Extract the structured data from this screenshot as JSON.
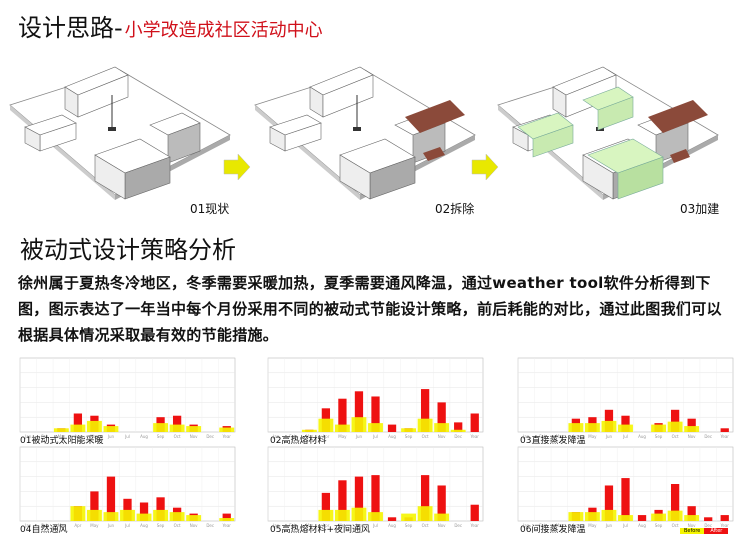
{
  "title": {
    "main": "设计思路",
    "dash": "-",
    "sub": "小学改造成社区活动中心"
  },
  "steps": [
    {
      "label": "01现状"
    },
    {
      "label": "02拆除"
    },
    {
      "label": "03加建"
    }
  ],
  "section2": {
    "title": "被动式设计策略分析",
    "paragraph": "徐州属于夏热冬冷地区，冬季需要采暖加热，夏季需要通风降温，通过weather tool软件分析得到下图，图示表达了一年当中每个月份采用不同的被动式节能设计策略，前后耗能的对比，通过此图我们可以根据具体情况采取最有效的节能措施。"
  },
  "colors": {
    "before": "#f5f500",
    "after": "#ee1111",
    "accent": "#d0101a",
    "arrow": "#e8e800",
    "demolish": "#8b4a3a",
    "newbuild": "#d8f5c0"
  },
  "chart_data": [
    {
      "type": "bar",
      "caption": "01被动式太阳能采暖",
      "categories": [
        "Jan",
        "Feb",
        "Mar",
        "Apr",
        "May",
        "Jun",
        "Jul",
        "Aug",
        "Sep",
        "Oct",
        "Nov",
        "Dec",
        "Year"
      ],
      "series": [
        {
          "name": "Before",
          "values": [
            0,
            0,
            5,
            10,
            15,
            8,
            0,
            0,
            12,
            10,
            8,
            0,
            6
          ]
        },
        {
          "name": "After",
          "values": [
            0,
            0,
            5,
            25,
            22,
            10,
            0,
            0,
            20,
            22,
            10,
            0,
            8
          ]
        }
      ],
      "ylim": [
        0,
        100
      ]
    },
    {
      "type": "bar",
      "caption": "02高热熔材料",
      "categories": [
        "Jan",
        "Feb",
        "Mar",
        "Apr",
        "May",
        "Jun",
        "Jul",
        "Aug",
        "Sep",
        "Oct",
        "Nov",
        "Dec",
        "Year"
      ],
      "series": [
        {
          "name": "Before",
          "values": [
            0,
            0,
            3,
            18,
            10,
            20,
            12,
            0,
            5,
            18,
            12,
            3,
            0
          ]
        },
        {
          "name": "After",
          "values": [
            0,
            0,
            3,
            32,
            45,
            55,
            48,
            10,
            5,
            58,
            40,
            13,
            25
          ]
        }
      ],
      "ylim": [
        0,
        100
      ]
    },
    {
      "type": "bar",
      "caption": "03直接蒸发降温",
      "categories": [
        "Jan",
        "Feb",
        "Mar",
        "Apr",
        "May",
        "Jun",
        "Jul",
        "Aug",
        "Sep",
        "Oct",
        "Nov",
        "Dec",
        "Year"
      ],
      "series": [
        {
          "name": "Before",
          "values": [
            0,
            0,
            0,
            12,
            12,
            15,
            10,
            0,
            10,
            14,
            8,
            0,
            0
          ]
        },
        {
          "name": "After",
          "values": [
            0,
            0,
            0,
            18,
            20,
            30,
            22,
            0,
            12,
            30,
            18,
            0,
            5
          ]
        }
      ],
      "ylim": [
        0,
        100
      ]
    },
    {
      "type": "bar",
      "caption": "04自然通风",
      "categories": [
        "Jan",
        "Feb",
        "Mar",
        "Apr",
        "May",
        "Jun",
        "Jul",
        "Aug",
        "Sep",
        "Oct",
        "Nov",
        "Dec",
        "Year"
      ],
      "series": [
        {
          "name": "Before",
          "values": [
            0,
            0,
            0,
            20,
            15,
            12,
            15,
            10,
            15,
            12,
            8,
            0,
            4
          ]
        },
        {
          "name": "After",
          "values": [
            0,
            0,
            0,
            20,
            40,
            60,
            30,
            25,
            32,
            18,
            10,
            0,
            10
          ]
        }
      ],
      "ylim": [
        0,
        100
      ]
    },
    {
      "type": "bar",
      "caption": "05高热熔材料+夜间通风",
      "categories": [
        "Jan",
        "Feb",
        "Mar",
        "Apr",
        "May",
        "Jun",
        "Jul",
        "Aug",
        "Sep",
        "Oct",
        "Nov",
        "Dec",
        "Year"
      ],
      "series": [
        {
          "name": "Before",
          "values": [
            0,
            0,
            0,
            15,
            15,
            18,
            12,
            0,
            10,
            20,
            10,
            0,
            0
          ]
        },
        {
          "name": "After",
          "values": [
            0,
            0,
            0,
            38,
            55,
            60,
            62,
            5,
            5,
            62,
            48,
            0,
            22
          ]
        }
      ],
      "ylim": [
        0,
        100
      ]
    },
    {
      "type": "bar",
      "caption": "06间接蒸发降温",
      "categories": [
        "Jan",
        "Feb",
        "Mar",
        "Apr",
        "May",
        "Jun",
        "Jul",
        "Aug",
        "Sep",
        "Oct",
        "Nov",
        "Dec",
        "Year"
      ],
      "series": [
        {
          "name": "Before",
          "values": [
            0,
            0,
            0,
            12,
            12,
            15,
            8,
            0,
            10,
            14,
            8,
            0,
            0
          ]
        },
        {
          "name": "After",
          "values": [
            0,
            0,
            0,
            12,
            18,
            48,
            58,
            8,
            15,
            50,
            20,
            5,
            8
          ]
        }
      ],
      "ylim": [
        0,
        100
      ]
    }
  ],
  "legend": {
    "before": "Before",
    "after": "After"
  }
}
